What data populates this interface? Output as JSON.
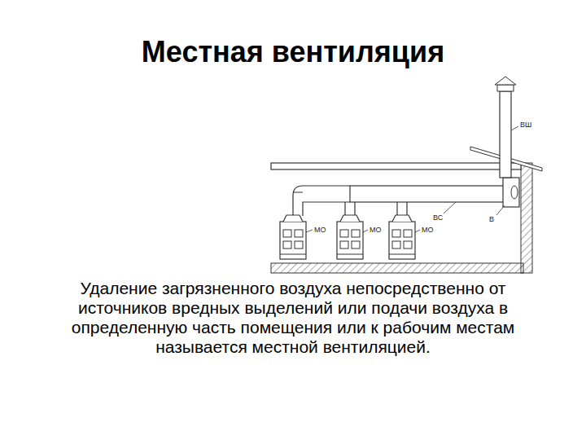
{
  "diagram": {
    "title": "Местная вентиляция",
    "caption": "Удаление загрязненного воздуха непосредственно от источников вредных выделений или подачи воздуха в определенную часть помещения или к рабочим местам называется местной вентиляцией.",
    "labels": [
      "МО",
      "МО",
      "МО",
      "ВС",
      "В",
      "ВШ"
    ]
  }
}
